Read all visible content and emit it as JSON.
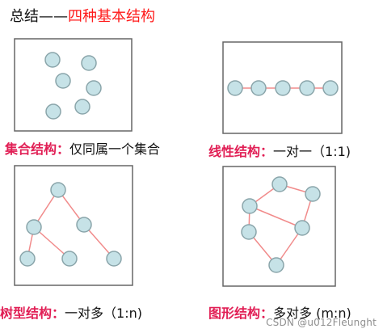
{
  "title": {
    "prefix": "总结——",
    "highlight": "四种基本结构"
  },
  "captions": {
    "set": {
      "label": "集合结构：",
      "text": "仅同属一个集合"
    },
    "linear": {
      "label": "线性结构：",
      "text": "一对一（1:1)"
    },
    "tree": {
      "label": "树型结构：",
      "text": "一对多（1:n)"
    },
    "graph": {
      "label": "图形结构：",
      "text": "多对多 (m:n)"
    }
  },
  "watermark": "CSDN @u012Fleunght",
  "colors": {
    "title_dark": "#111111",
    "title_red": "#ff1a1a",
    "caption_red": "#e11f55",
    "node_fill": "#c6e2e7",
    "node_stroke": "#8aa5aa",
    "edge": "#f18b8b",
    "frame": "#666666",
    "watermark": "#8f8f8f"
  }
}
